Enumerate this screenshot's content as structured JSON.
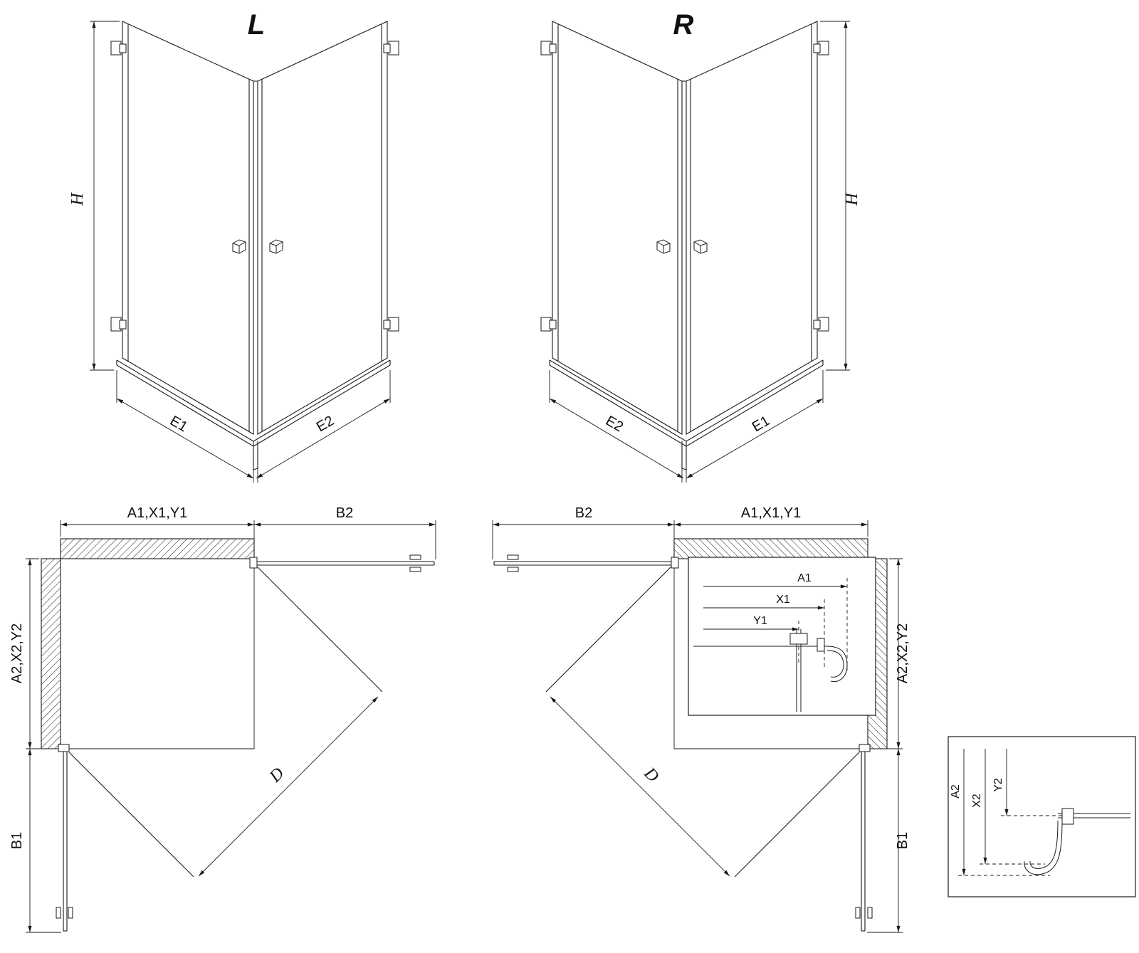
{
  "iso_left": {
    "variant_label": "L",
    "height_dim": "H",
    "e1_dim": "E1",
    "e2_dim": "E2"
  },
  "iso_right": {
    "variant_label": "R",
    "height_dim": "H",
    "e1_dim": "E1",
    "e2_dim": "E2"
  },
  "plan_left": {
    "top_dim": "A1,X1,Y1",
    "door_top_dim": "B2",
    "side_dim": "A2,X2,Y2",
    "door_side_dim": "B1",
    "diagonal_dim": "D"
  },
  "plan_right": {
    "top_dim": "A1,X1,Y1",
    "door_top_dim": "B2",
    "side_dim": "A2,X2,Y2",
    "door_side_dim": "B1",
    "diagonal_dim": "D"
  },
  "detail_horizontal": {
    "dim1": "A1",
    "dim2": "X1",
    "dim3": "Y1"
  },
  "detail_vertical": {
    "dim1": "A2",
    "dim2": "X2",
    "dim3": "Y2"
  }
}
